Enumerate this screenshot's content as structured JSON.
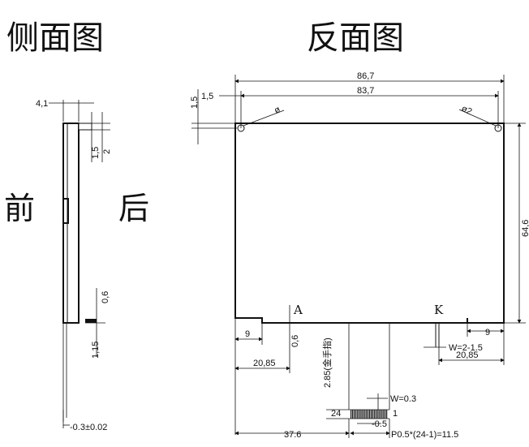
{
  "side_view": {
    "title": "侧面图",
    "label_front": "前",
    "label_back": "后",
    "dim_thickness": "4,1",
    "dim_tab_height": "1,5",
    "dim_tab_gap": "2",
    "dim_small": "0,6",
    "dim_lower": "1,15",
    "dim_lead": "0.3±0.02"
  },
  "rear_view": {
    "title": "反面图",
    "dim_overall_width": "86,7",
    "dim_hole_pitch": "83,7",
    "dim_hole_offset": "1,5",
    "dim_hole_dia_left": "ø",
    "dim_hole_dia_right": "ø2",
    "dim_height": "64,6",
    "label_anode": "A",
    "label_cathode": "K",
    "dim_left_margin": "9",
    "dim_right_margin": "9",
    "dim_left_offset": "20,85",
    "dim_right_offset": "20,85",
    "dim_a_offset": "0,6",
    "dim_lead_width": "W=2-1.5",
    "dim_fpc_text": "2.85(金手指)",
    "dim_pin_w": "W=0.3",
    "dim_pin_count": "24",
    "dim_pin_one": "1",
    "dim_pin_gap": "0.5",
    "dim_pin_offset": "37.6",
    "dim_pitch_formula": "P0.5*(24-1)=11.5"
  }
}
